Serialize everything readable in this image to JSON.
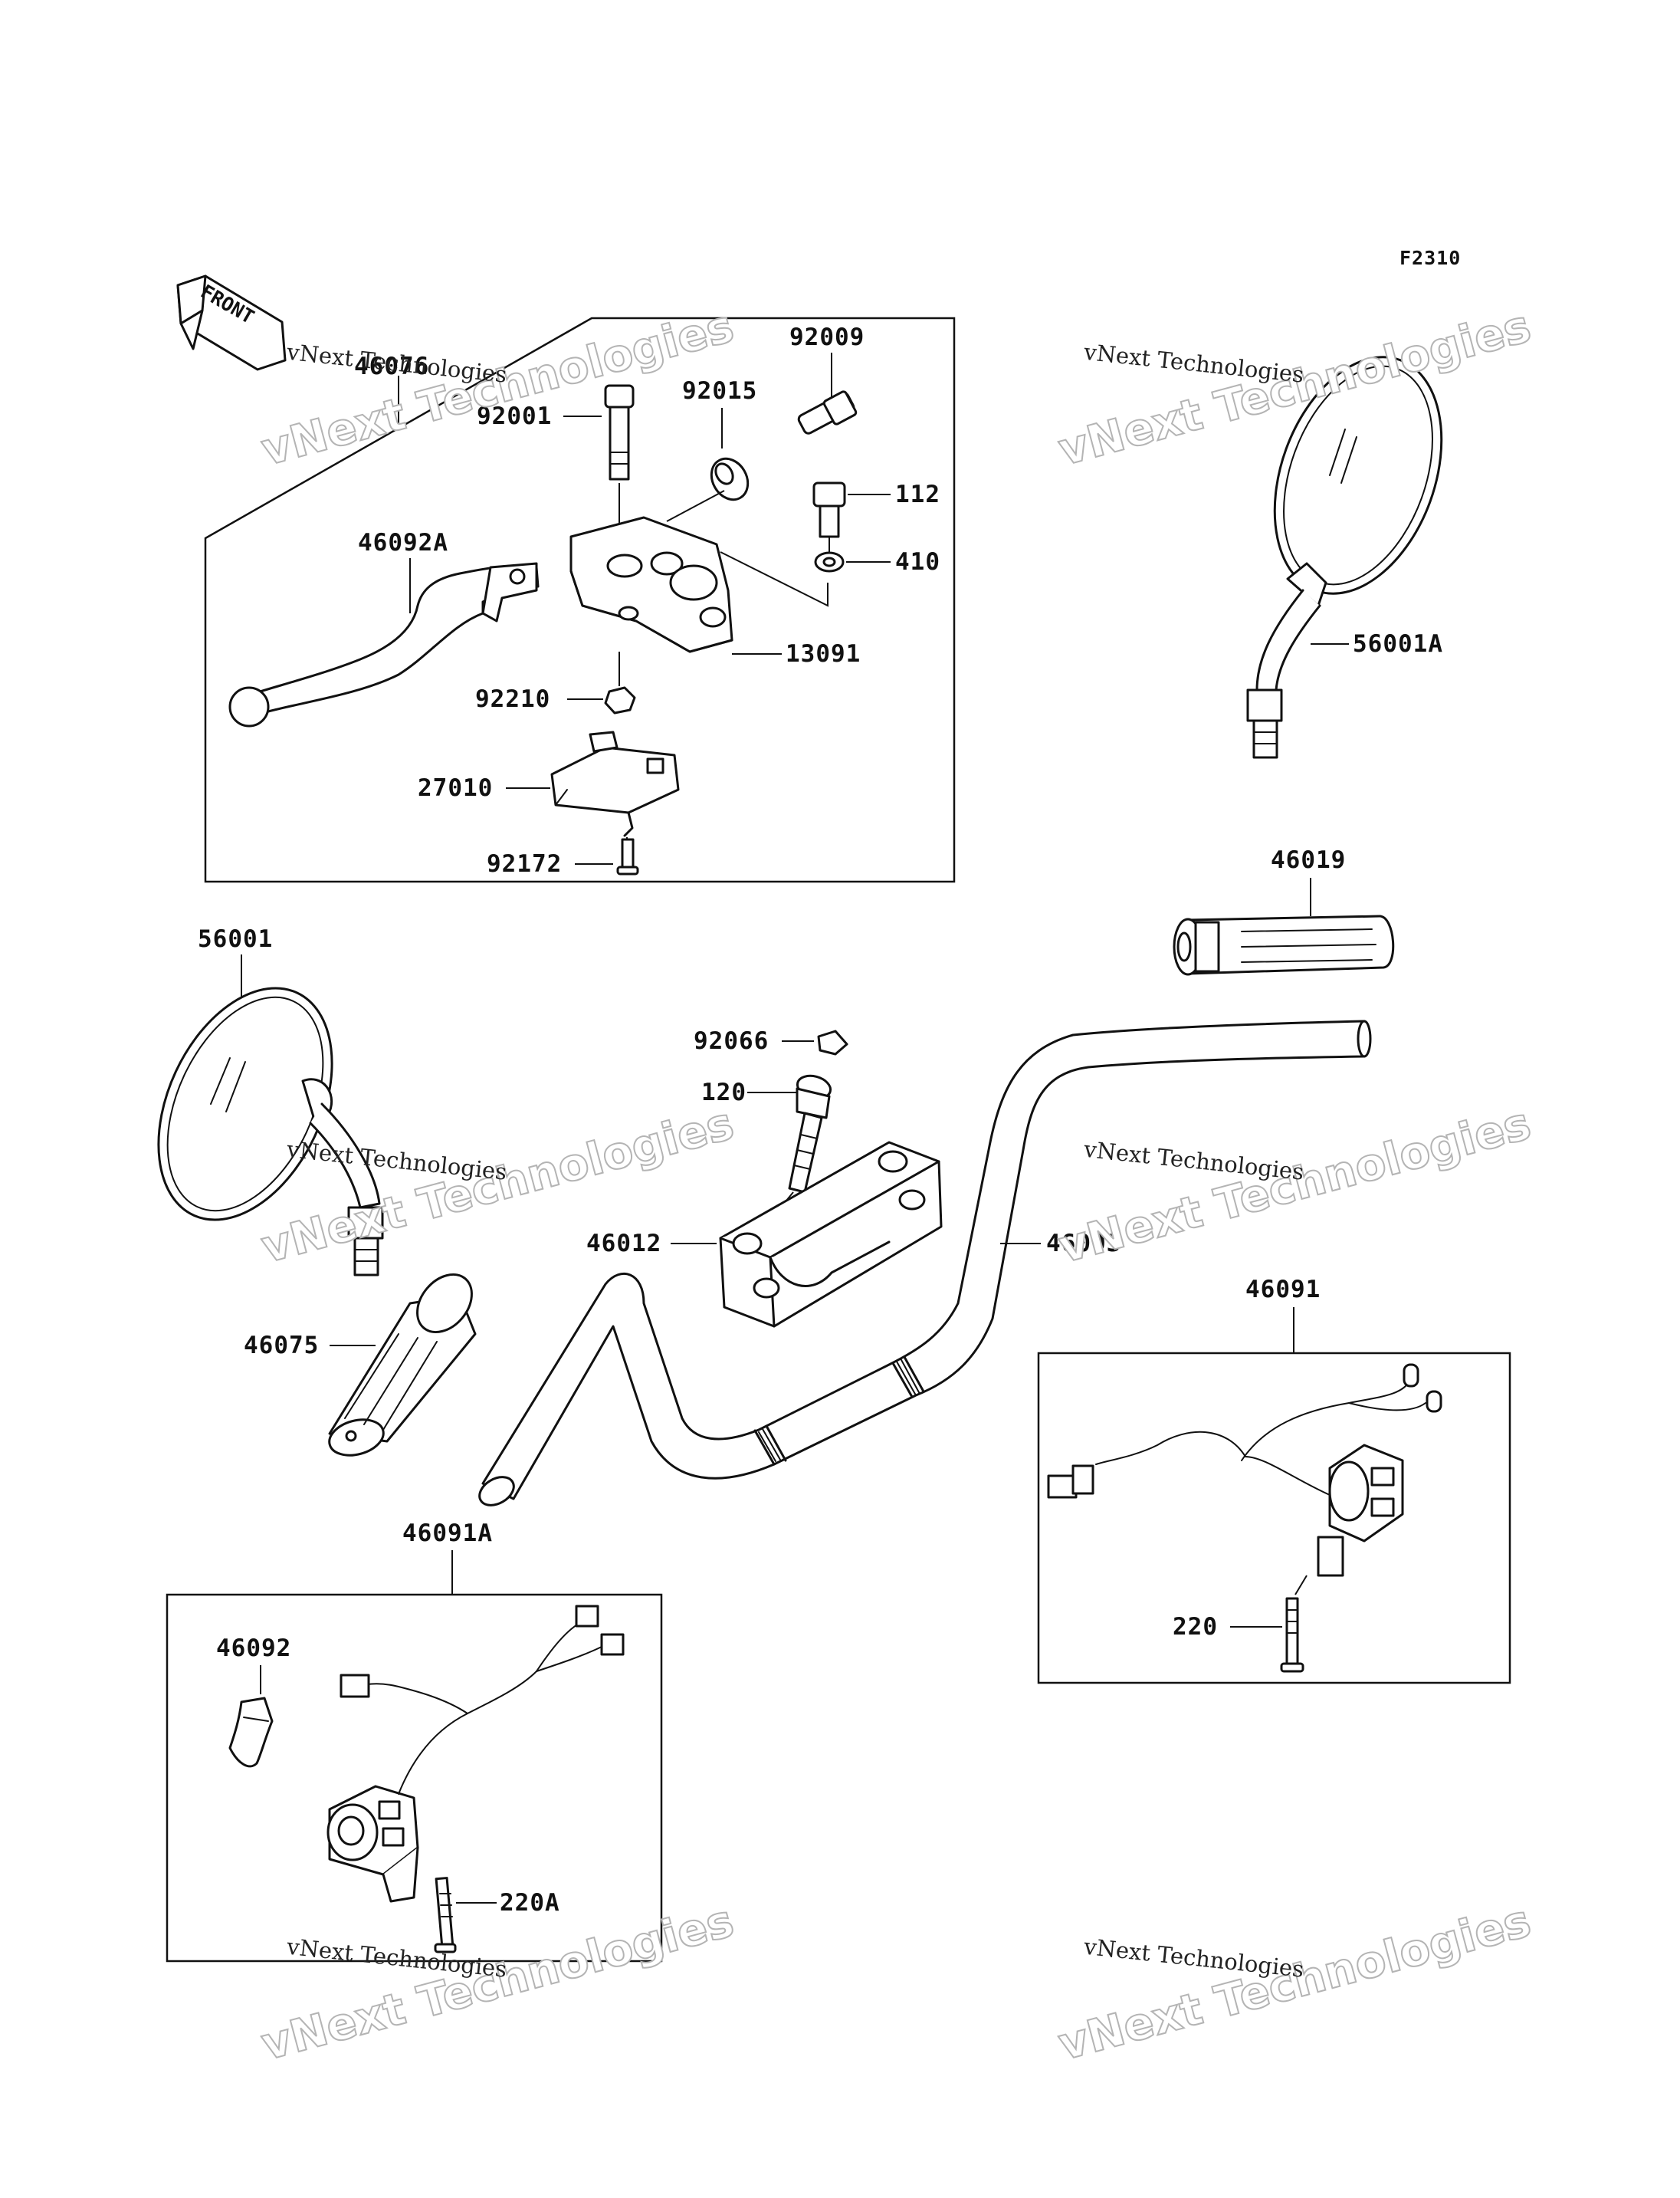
{
  "figure_code": "F2310",
  "front_indicator": "FRONT",
  "watermark": {
    "line1": "vNext Technologies",
    "big": "vNext Technologies"
  },
  "parts": {
    "p46076": "46076",
    "p92009": "92009",
    "p92015": "92015",
    "p92001": "92001",
    "p112": "112",
    "p410": "410",
    "p46092A": "46092A",
    "p13091": "13091",
    "p92210": "92210",
    "p27010": "27010",
    "p92172": "92172",
    "p56001A": "56001A",
    "p46019": "46019",
    "p56001": "56001",
    "p92066": "92066",
    "p120": "120",
    "p46012": "46012",
    "p46003": "46003",
    "p46091": "46091",
    "p46075": "46075",
    "p220": "220",
    "p46091A": "46091A",
    "p46092": "46092",
    "p220A": "220A"
  }
}
